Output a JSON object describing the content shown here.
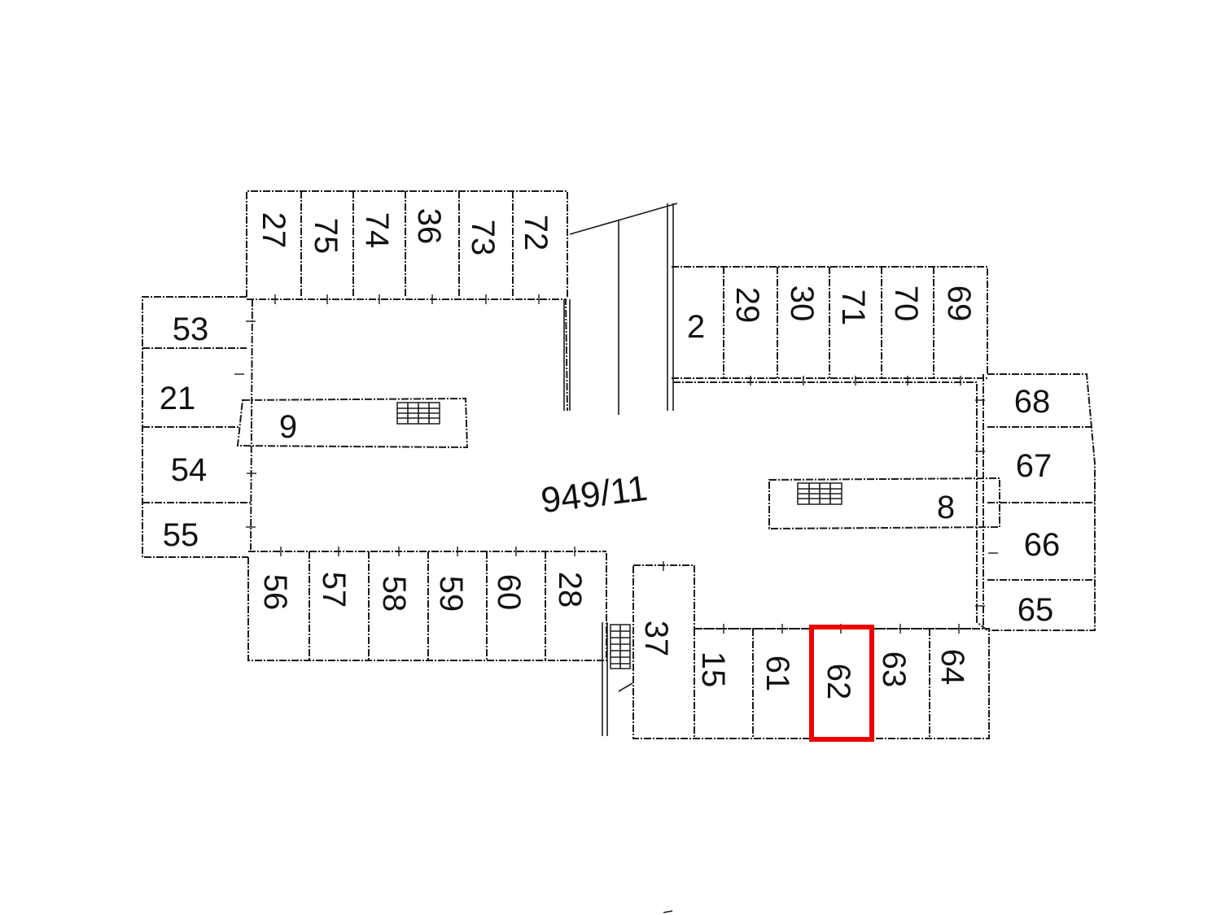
{
  "map": {
    "center_label": "949/11",
    "parcels": [
      {
        "id": "27"
      },
      {
        "id": "75"
      },
      {
        "id": "74"
      },
      {
        "id": "36"
      },
      {
        "id": "73"
      },
      {
        "id": "72"
      },
      {
        "id": "2"
      },
      {
        "id": "29"
      },
      {
        "id": "30"
      },
      {
        "id": "71"
      },
      {
        "id": "70"
      },
      {
        "id": "69"
      },
      {
        "id": "53"
      },
      {
        "id": "21"
      },
      {
        "id": "54"
      },
      {
        "id": "55"
      },
      {
        "id": "9"
      },
      {
        "id": "8"
      },
      {
        "id": "68"
      },
      {
        "id": "67"
      },
      {
        "id": "66"
      },
      {
        "id": "65"
      },
      {
        "id": "56"
      },
      {
        "id": "57"
      },
      {
        "id": "58"
      },
      {
        "id": "59"
      },
      {
        "id": "60"
      },
      {
        "id": "28"
      },
      {
        "id": "37"
      },
      {
        "id": "15"
      },
      {
        "id": "61"
      },
      {
        "id": "62"
      },
      {
        "id": "63"
      },
      {
        "id": "64"
      }
    ],
    "highlighted_parcel": "62",
    "highlight_color": "#ee0000"
  }
}
